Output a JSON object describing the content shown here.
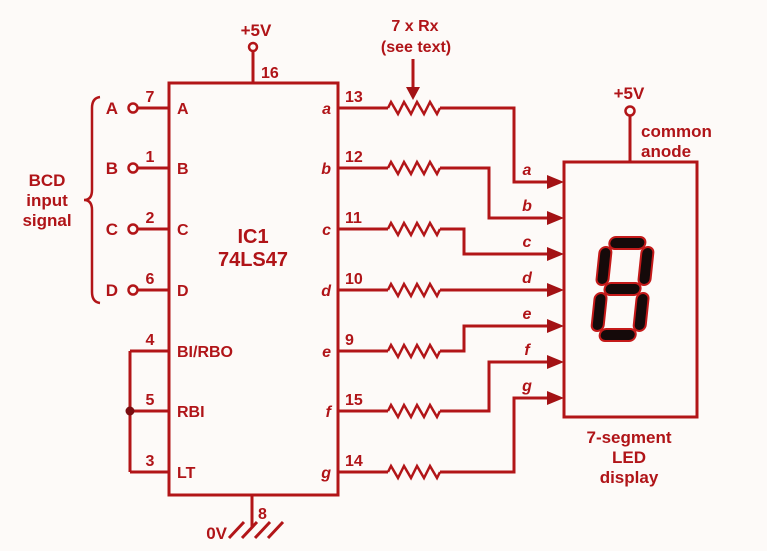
{
  "diagram_type": "circuit-schematic",
  "colors": {
    "line_red": "#b21518",
    "text_red": "#b01418",
    "segment_fill_black": "#150a0a",
    "background": "#fdfaf8"
  },
  "power": {
    "vcc_ic": {
      "label": "+5V",
      "pin": "16"
    },
    "gnd": {
      "label": "0V",
      "pin": "8"
    },
    "vcc_display": {
      "label": "+5V"
    }
  },
  "bcd_label": {
    "line1": "BCD",
    "line2": "input",
    "line3": "signal"
  },
  "ic": {
    "ref": "IC1",
    "part": "74LS47",
    "inputs": [
      {
        "name": "A",
        "pin": "7"
      },
      {
        "name": "B",
        "pin": "1"
      },
      {
        "name": "C",
        "pin": "2"
      },
      {
        "name": "D",
        "pin": "6"
      }
    ],
    "controls": [
      {
        "name": "BI/RBO",
        "pin": "4"
      },
      {
        "name": "RBI",
        "pin": "5"
      },
      {
        "name": "LT",
        "pin": "3"
      }
    ],
    "outputs": [
      {
        "name": "a",
        "pin": "13"
      },
      {
        "name": "b",
        "pin": "12"
      },
      {
        "name": "c",
        "pin": "11"
      },
      {
        "name": "d",
        "pin": "10"
      },
      {
        "name": "e",
        "pin": "9"
      },
      {
        "name": "f",
        "pin": "15"
      },
      {
        "name": "g",
        "pin": "14"
      }
    ]
  },
  "resistors": {
    "label_line1": "7 x Rx",
    "label_line2": "(see text)"
  },
  "display": {
    "segments": [
      "a",
      "b",
      "c",
      "d",
      "e",
      "f",
      "g"
    ],
    "common_line1": "common",
    "common_line2": "anode",
    "caption_line1": "7-segment",
    "caption_line2": "LED",
    "caption_line3": "display",
    "digit": "8"
  }
}
